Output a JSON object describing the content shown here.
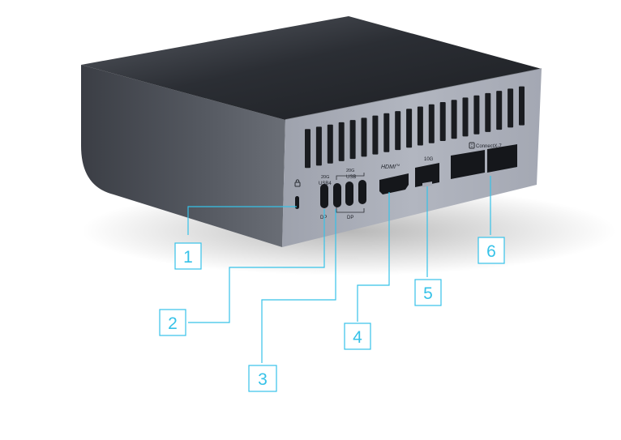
{
  "port_labels": {
    "usb4_speed": "20G",
    "usb4_name": "USB4",
    "usb_speed": "20G",
    "usb_name": "USB",
    "dp_left": "DP",
    "dp_right": "DP",
    "hdmi": "HDMI",
    "hdmi_tm": "TM",
    "lan_speed": "10G",
    "connectx": "ConnectX-7"
  },
  "callouts": [
    {
      "number": "1"
    },
    {
      "number": "2"
    },
    {
      "number": "3"
    },
    {
      "number": "4"
    },
    {
      "number": "5"
    },
    {
      "number": "6"
    }
  ],
  "colors": {
    "callout_accent": "#36c2e8",
    "rear_panel": "#a6aab5",
    "side_shell": "#4f535b",
    "top_shell": "#2a2d33",
    "port_dark": "#15171b"
  },
  "icons": {
    "lock": "kensington-lock-icon",
    "connectx": "connectx-logo-icon"
  }
}
